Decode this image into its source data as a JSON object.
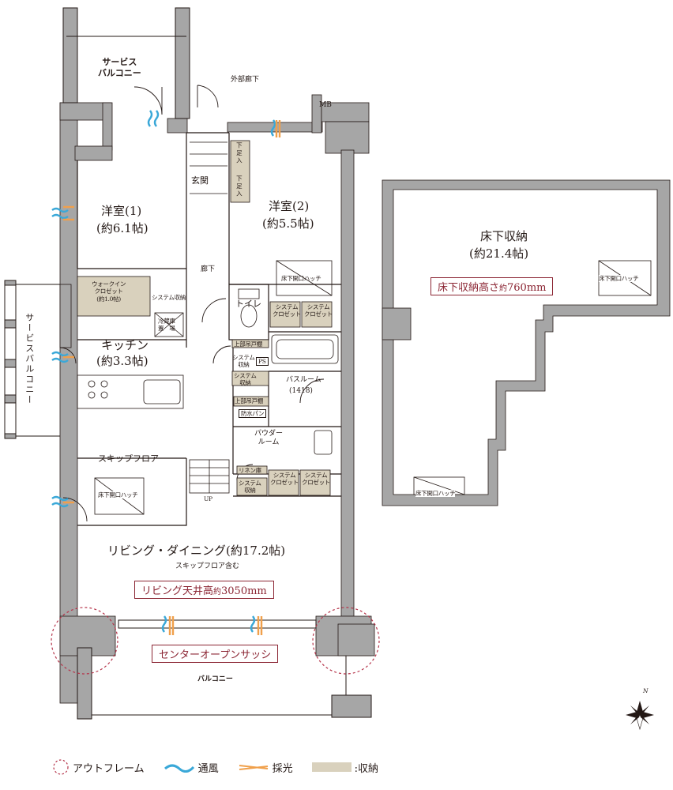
{
  "rooms": {
    "service_balcony_top": "サービス\nバルコニー",
    "outer_corridor": "外部廊下",
    "mb": "MB",
    "genkan": "玄関",
    "shoe_1": "下足入",
    "shoe_2": "下足入",
    "western_1": "洋室(1)",
    "western_1_size": "(約6.1帖)",
    "western_2": "洋室(2)",
    "western_2_size": "(約5.5帖)",
    "hallway": "廊下",
    "walkin_closet": "ウォークイン\nクロゼット\n(約1.0帖)",
    "system_storage_1": "システム収納",
    "fridge": "冷蔵庫\n置　場",
    "hatch_w2": "床下開口ハッチ",
    "sys_closet_a": "システム\nクロゼット",
    "sys_closet_b": "システム\nクロゼット",
    "toilet": "トイレ",
    "upper_cabinet_1": "上部吊戸棚",
    "sys_storage_2": "システム\n収納",
    "ps": "PS",
    "sys_storage_3": "システム\n収納",
    "kitchen": "キッチン",
    "kitchen_size": "(約3.3帖)",
    "bathroom": "バスルーム",
    "bathroom_size": "(1418)",
    "upper_cabinet_2": "上部吊戸棚",
    "waterproof_pan": "防水パン",
    "service_balcony_left": "サービスバルコニー",
    "powder_room": "パウダー\nルーム",
    "skip_floor": "スキップフロア",
    "hatch_skip": "床下開口ハッチ",
    "up": "UP",
    "linen": "リネン庫",
    "sys_storage_4": "システム\n収納",
    "sys_closet_c": "システム\nクロゼット",
    "sys_closet_d": "システム\nクロゼット",
    "living": "リビング・ダイニング(約17.2帖)",
    "living_note": "スキップフロア含む",
    "living_ceiling": "リビング天井高",
    "living_ceiling_prefix": "約",
    "living_ceiling_value": "3050mm",
    "center_sash": "センターオープンサッシ",
    "balcony": "バルコニー",
    "underfloor": "床下収納",
    "underfloor_size": "(約21.4帖)",
    "underfloor_height": "床下収納高さ",
    "underfloor_height_prefix": "約",
    "underfloor_height_value": "760mm",
    "hatch_under_1": "床下開口ハッチ",
    "hatch_under_2": "床下開口ハッチ",
    "compass_n": "N"
  },
  "legend": {
    "outframe": "アウトフレーム",
    "ventilation": "通風",
    "daylight": "採光",
    "storage": ":収納"
  },
  "colors": {
    "wall": "#a6a6a6",
    "line": "#231815",
    "storage": "#d9d1bd",
    "accent": "#8b2533",
    "wind": "#3aa8d8",
    "light": "#f0a04b"
  }
}
